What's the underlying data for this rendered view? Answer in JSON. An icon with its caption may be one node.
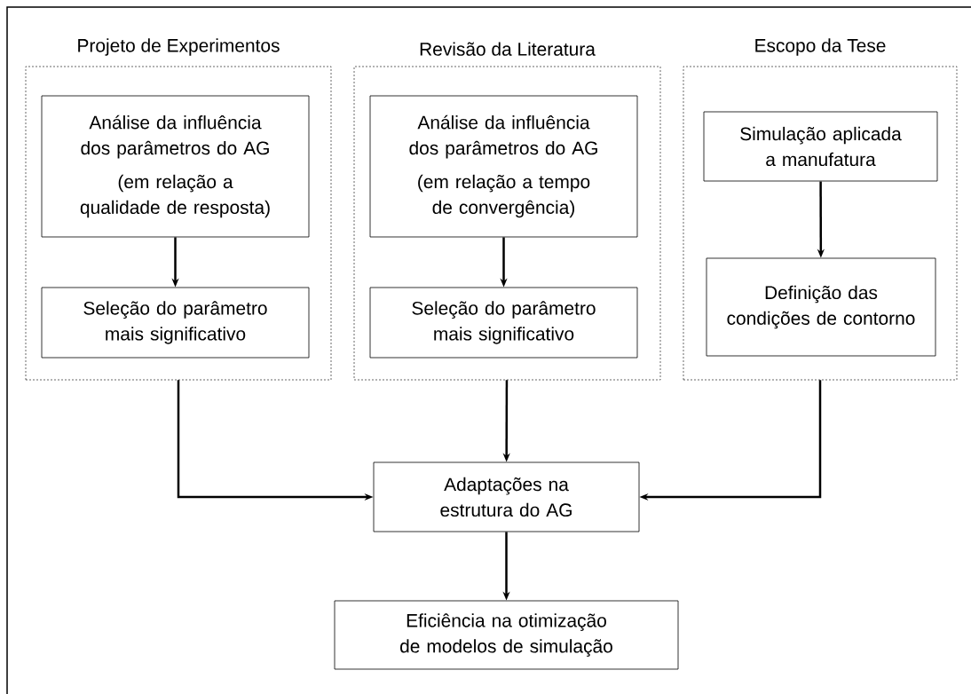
{
  "diagram": {
    "nodes": [
      {
        "text": [
          "Projeto de Experimentos"
        ]
      },
      {
        "text": [
          "Análise da influência dos parâmetros do AG",
          "(em relação a qualidade de resposta)"
        ],
        "in": 0
      },
      {
        "text": [
          "Seleção do parâmetro mais significativo"
        ],
        "in": 0
      },
      {
        "text": [
          "Revisão da Literatura"
        ]
      },
      {
        "text": [
          "Análise da influência dos parâmetros do AG",
          "(em relação a tempo de convergência)"
        ],
        "in": 3
      },
      {
        "text": [
          "Seleção do parâmetro mais significativo"
        ],
        "in": 3
      },
      {
        "text": [
          "Escopo da Tese"
        ]
      },
      {
        "text": [
          "Simulação aplicada a manufatura"
        ],
        "in": 6
      },
      {
        "text": [
          "Definição das condições de contorno"
        ],
        "in": 6
      },
      {
        "text": [
          "Adaptações na estrutura do AG"
        ]
      },
      {
        "text": [
          "Eficiência na otimização de modelos de simulação"
        ]
      }
    ],
    "edges": [
      {
        "from": 1,
        "to": 2,
        "arrow": "to"
      },
      {
        "from": 4,
        "to": 5,
        "arrow": "to"
      },
      {
        "from": 7,
        "to": 8,
        "arrow": "to"
      },
      {
        "from": 0,
        "to": 9,
        "arrow": "to"
      },
      {
        "from": 3,
        "to": 9,
        "arrow": "to"
      },
      {
        "from": 6,
        "to": 9,
        "arrow": "to"
      },
      {
        "from": 9,
        "to": 10,
        "arrow": "to"
      }
    ]
  }
}
